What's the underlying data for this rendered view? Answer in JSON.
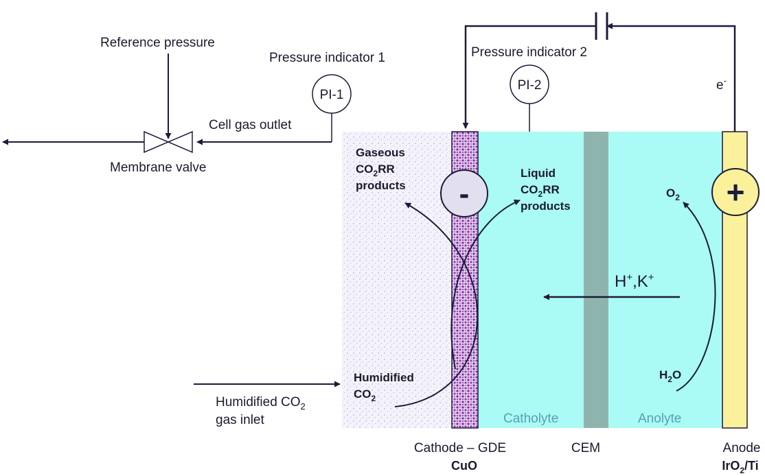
{
  "labels": {
    "reference_pressure": "Reference pressure",
    "pressure_indicator_1": "Pressure indicator 1",
    "pressure_indicator_2": "Pressure indicator 2",
    "pi1": "PI-1",
    "pi2": "PI-2",
    "cell_gas_outlet": "Cell gas outlet",
    "membrane_valve": "Membrane valve",
    "gaseous": "Gaseous",
    "co2rr_gas_co": "CO",
    "co2rr_gas_sub": "2",
    "co2rr_gas_rr": "RR",
    "products_gas": "products",
    "liquid": "Liquid",
    "co2rr_liq_co": "CO",
    "co2rr_liq_sub": "2",
    "co2rr_liq_rr": "RR",
    "products_liq": "products",
    "o2_o": "O",
    "o2_sub": "2",
    "electron_e": "e",
    "electron_sup": "-",
    "minus": "-",
    "plus": "+",
    "ions_h": "H",
    "ions_h_sup": "+",
    "ions_k": ",K",
    "ions_k_sup": "+",
    "humidified": "Humidified",
    "co2_co": "CO",
    "co2_sub": "2",
    "h2o_h": "H",
    "h2o_sub": "2",
    "h2o_o": "O",
    "inlet_line1": "Humidified CO",
    "inlet_line1_sub": "2",
    "inlet_line2": "gas inlet",
    "catholyte": "Catholyte",
    "anolyte": "Anolyte",
    "cathode_gde": "Cathode – GDE",
    "cuo": "CuO",
    "cem": "CEM",
    "anode": "Anode",
    "iro2_ir": "IrO",
    "iro2_sub": "2",
    "iro2_ti": "/Ti"
  },
  "colors": {
    "catholyte": "#aafaf5",
    "membrane": "#8fb4ad",
    "anode": "#fbf19a",
    "cathode": "#8f3fae",
    "gas_zone": "#b8b4d6",
    "line": "#1b1b3a"
  }
}
